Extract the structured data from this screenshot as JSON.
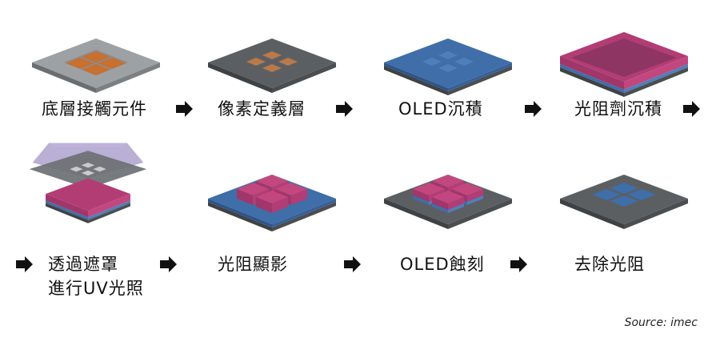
{
  "steps": [
    {
      "label": "底層接觸元件"
    },
    {
      "label": "像素定義層"
    },
    {
      "label": "OLED沉積"
    },
    {
      "label": "光阻劑沉積"
    },
    {
      "label_line1": "透過遮罩",
      "label_line2": "進行UV光照"
    },
    {
      "label": "光阻顯影"
    },
    {
      "label": "OLED蝕刻"
    },
    {
      "label": "去除光阻"
    }
  ],
  "source": "Source: imec",
  "colors": {
    "substrate": "#5c5f62",
    "contact": "#c8702f",
    "oled": "#3f6ea8",
    "photoresist": "#b23d74",
    "mask": "#a394c6"
  }
}
